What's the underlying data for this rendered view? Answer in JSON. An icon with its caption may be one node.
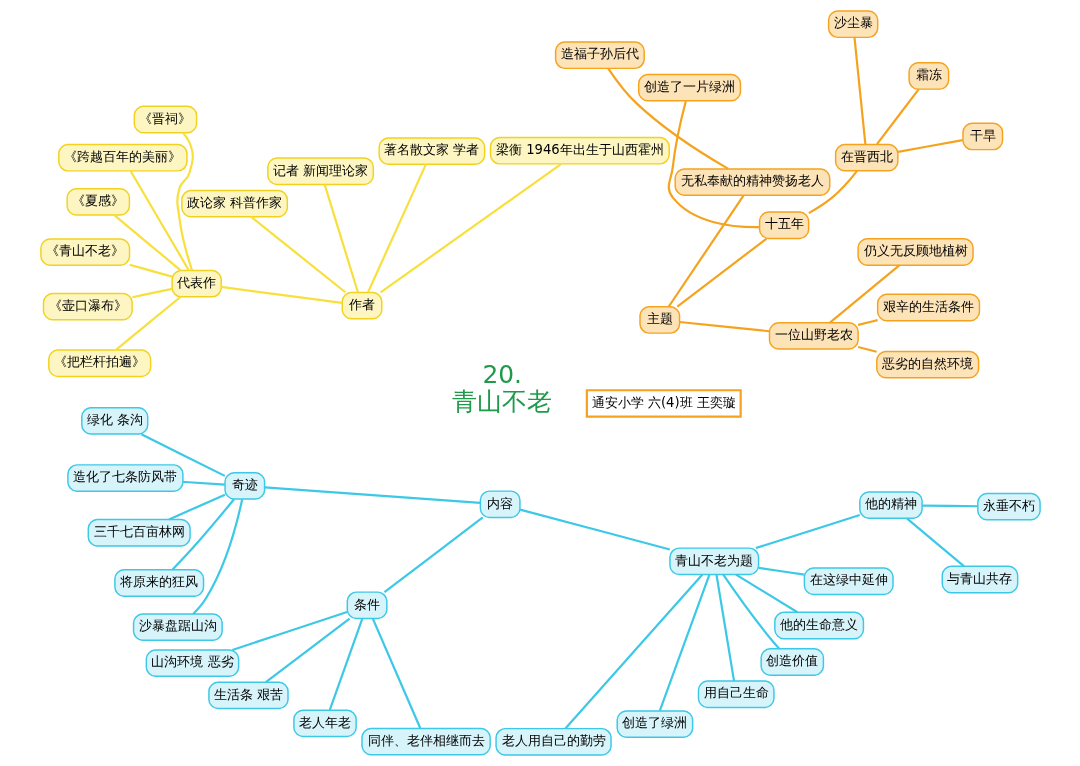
{
  "diagram": {
    "nodes": [
      {
        "text": [
          "20.",
          "青山不老"
        ]
      },
      {
        "text": [
          "主题"
        ]
      },
      {
        "text": [
          "一位山野老农"
        ]
      },
      {
        "text": [
          "恶劣的自然环境"
        ]
      },
      {
        "text": [
          "艰辛的生活条件"
        ]
      },
      {
        "text": [
          "仍义无反顾地植树"
        ]
      },
      {
        "text": [
          "十五年"
        ]
      },
      {
        "text": [
          "在晋西北"
        ]
      },
      {
        "text": [
          "干旱"
        ]
      },
      {
        "text": [
          "霜冻"
        ]
      },
      {
        "text": [
          "沙尘暴"
        ]
      },
      {
        "text": [
          "创造了一片绿洲"
        ]
      },
      {
        "text": [
          "无私奉献的精神赞扬老人"
        ]
      },
      {
        "text": [
          "造福子孙后代"
        ]
      },
      {
        "text": [
          "作者"
        ]
      },
      {
        "text": [
          "梁衡 1946年出生于山西霍州"
        ]
      },
      {
        "text": [
          "著名散文家 学者"
        ]
      },
      {
        "text": [
          "记者 新闻理论家"
        ]
      },
      {
        "text": [
          "政论家 科普作家"
        ]
      },
      {
        "text": [
          "代表作"
        ]
      },
      {
        "text": [
          "《晋祠》"
        ]
      },
      {
        "text": [
          "《跨越百年的美丽》"
        ]
      },
      {
        "text": [
          "《夏感》"
        ]
      },
      {
        "text": [
          "《青山不老》"
        ]
      },
      {
        "text": [
          "《壶口瀑布》"
        ]
      },
      {
        "text": [
          "《把栏杆拍遍》"
        ]
      },
      {
        "text": [
          "内容"
        ]
      },
      {
        "text": [
          "奇迹"
        ]
      },
      {
        "text": [
          "绿化 条沟"
        ]
      },
      {
        "text": [
          "造化了七条防风带"
        ]
      },
      {
        "text": [
          "三千七百亩林网"
        ]
      },
      {
        "text": [
          "将原来的狂风"
        ]
      },
      {
        "text": [
          "沙暴盘踞山沟"
        ]
      },
      {
        "text": [
          "条件"
        ]
      },
      {
        "text": [
          "山沟环境 恶劣"
        ]
      },
      {
        "text": [
          "生活条 艰苦"
        ]
      },
      {
        "text": [
          "老人年老"
        ]
      },
      {
        "text": [
          "同伴、老伴相继而去"
        ]
      },
      {
        "text": [
          "青山不老为题"
        ]
      },
      {
        "text": [
          "老人用自己的勤劳"
        ]
      },
      {
        "text": [
          "创造了绿洲"
        ]
      },
      {
        "text": [
          "用自己生命"
        ]
      },
      {
        "text": [
          "创造价值"
        ]
      },
      {
        "text": [
          "他的生命意义"
        ]
      },
      {
        "text": [
          "在这绿中延伸"
        ]
      },
      {
        "text": [
          "他的精神"
        ]
      },
      {
        "text": [
          "与青山共存"
        ]
      },
      {
        "text": [
          "永垂不朽"
        ]
      },
      {
        "text": [
          "通安小学 六(4)班 王奕璇"
        ]
      }
    ],
    "edges": [
      {
        "from": 1,
        "to": 2,
        "arrow": "none",
        "color": "#f5a31f"
      },
      {
        "from": 2,
        "to": 3,
        "arrow": "none",
        "color": "#f5a31f"
      },
      {
        "from": 2,
        "to": 4,
        "arrow": "none",
        "color": "#f5a31f"
      },
      {
        "from": 2,
        "to": 5,
        "arrow": "none",
        "color": "#f5a31f"
      },
      {
        "from": 1,
        "to": 6,
        "arrow": "none",
        "color": "#f5a31f"
      },
      {
        "from": 6,
        "to": 7,
        "arrow": "none",
        "color": "#f5a31f"
      },
      {
        "from": 7,
        "to": 8,
        "arrow": "none",
        "color": "#f5a31f"
      },
      {
        "from": 7,
        "to": 9,
        "arrow": "none",
        "color": "#f5a31f"
      },
      {
        "from": 7,
        "to": 10,
        "arrow": "none",
        "color": "#f5a31f"
      },
      {
        "from": 6,
        "to": 11,
        "arrow": "none",
        "color": "#f5a31f"
      },
      {
        "from": 1,
        "to": 12,
        "arrow": "none",
        "color": "#f5a31f"
      },
      {
        "from": 12,
        "to": 13,
        "arrow": "none",
        "color": "#f5a31f"
      },
      {
        "from": 14,
        "to": 15,
        "arrow": "none",
        "color": "#f7e03c"
      },
      {
        "from": 14,
        "to": 16,
        "arrow": "none",
        "color": "#f7e03c"
      },
      {
        "from": 14,
        "to": 17,
        "arrow": "none",
        "color": "#f7e03c"
      },
      {
        "from": 14,
        "to": 18,
        "arrow": "none",
        "color": "#f7e03c"
      },
      {
        "from": 14,
        "to": 19,
        "arrow": "none",
        "color": "#f7e03c"
      },
      {
        "from": 19,
        "to": 20,
        "arrow": "none",
        "color": "#f7e03c"
      },
      {
        "from": 19,
        "to": 21,
        "arrow": "none",
        "color": "#f7e03c"
      },
      {
        "from": 19,
        "to": 22,
        "arrow": "none",
        "color": "#f7e03c"
      },
      {
        "from": 19,
        "to": 23,
        "arrow": "none",
        "color": "#f7e03c"
      },
      {
        "from": 19,
        "to": 24,
        "arrow": "none",
        "color": "#f7e03c"
      },
      {
        "from": 19,
        "to": 25,
        "arrow": "none",
        "color": "#f7e03c"
      },
      {
        "from": 26,
        "to": 27,
        "arrow": "none"
      },
      {
        "from": 27,
        "to": 28,
        "arrow": "none"
      },
      {
        "from": 27,
        "to": 29,
        "arrow": "none"
      },
      {
        "from": 27,
        "to": 30,
        "arrow": "none"
      },
      {
        "from": 27,
        "to": 31,
        "arrow": "none"
      },
      {
        "from": 27,
        "to": 32,
        "arrow": "none"
      },
      {
        "from": 26,
        "to": 33,
        "arrow": "none"
      },
      {
        "from": 33,
        "to": 34,
        "arrow": "none"
      },
      {
        "from": 33,
        "to": 35,
        "arrow": "none"
      },
      {
        "from": 33,
        "to": 36,
        "arrow": "none"
      },
      {
        "from": 33,
        "to": 37,
        "arrow": "none"
      },
      {
        "from": 26,
        "to": 38,
        "arrow": "none"
      },
      {
        "from": 38,
        "to": 39,
        "arrow": "none"
      },
      {
        "from": 38,
        "to": 40,
        "arrow": "none"
      },
      {
        "from": 38,
        "to": 41,
        "arrow": "none"
      },
      {
        "from": 38,
        "to": 42,
        "arrow": "none"
      },
      {
        "from": 38,
        "to": 43,
        "arrow": "none"
      },
      {
        "from": 38,
        "to": 44,
        "arrow": "none"
      },
      {
        "from": 38,
        "to": 45,
        "arrow": "none"
      },
      {
        "from": 45,
        "to": 46,
        "arrow": "none"
      },
      {
        "from": 45,
        "to": 47,
        "arrow": "none"
      }
    ]
  }
}
